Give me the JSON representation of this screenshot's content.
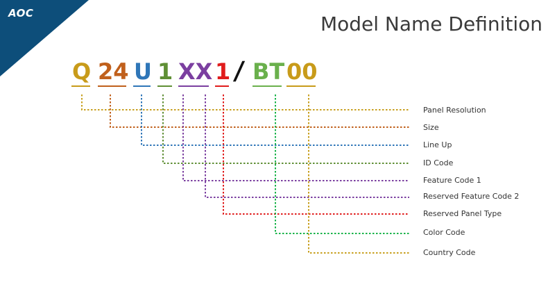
{
  "brand": {
    "logo": "AOC",
    "color": "#0d4e7a"
  },
  "title": "Model Name Definition",
  "model_parts": [
    {
      "text": "Q",
      "color": "#c89b1a"
    },
    {
      "text": "24",
      "color": "#c0601c"
    },
    {
      "text": "U",
      "color": "#2f76b8"
    },
    {
      "text": "1",
      "color": "#5f8f35"
    },
    {
      "text": "XX",
      "color": "#7b3fa0"
    },
    {
      "text": "1",
      "color": "#e01c1c"
    },
    {
      "text": "BT",
      "color": "#6ab04c"
    },
    {
      "text": "00",
      "color": "#c89b1a"
    }
  ],
  "separator": "/",
  "definitions": [
    {
      "label": "Panel Resolution",
      "color": "#c8a020"
    },
    {
      "label": "Size",
      "color": "#c0601c"
    },
    {
      "label": "Line Up",
      "color": "#2f76b8"
    },
    {
      "label": "ID Code",
      "color": "#5f8f35"
    },
    {
      "label": "Feature Code 1",
      "color": "#7b3fa0"
    },
    {
      "label": "Reserved Feature Code 2",
      "color": "#7b3fa0"
    },
    {
      "label": "Reserved Panel Type",
      "color": "#e01c1c"
    },
    {
      "label": "Color Code",
      "color": "#19b34a"
    },
    {
      "label": "Country Code",
      "color": "#c8a020"
    }
  ]
}
